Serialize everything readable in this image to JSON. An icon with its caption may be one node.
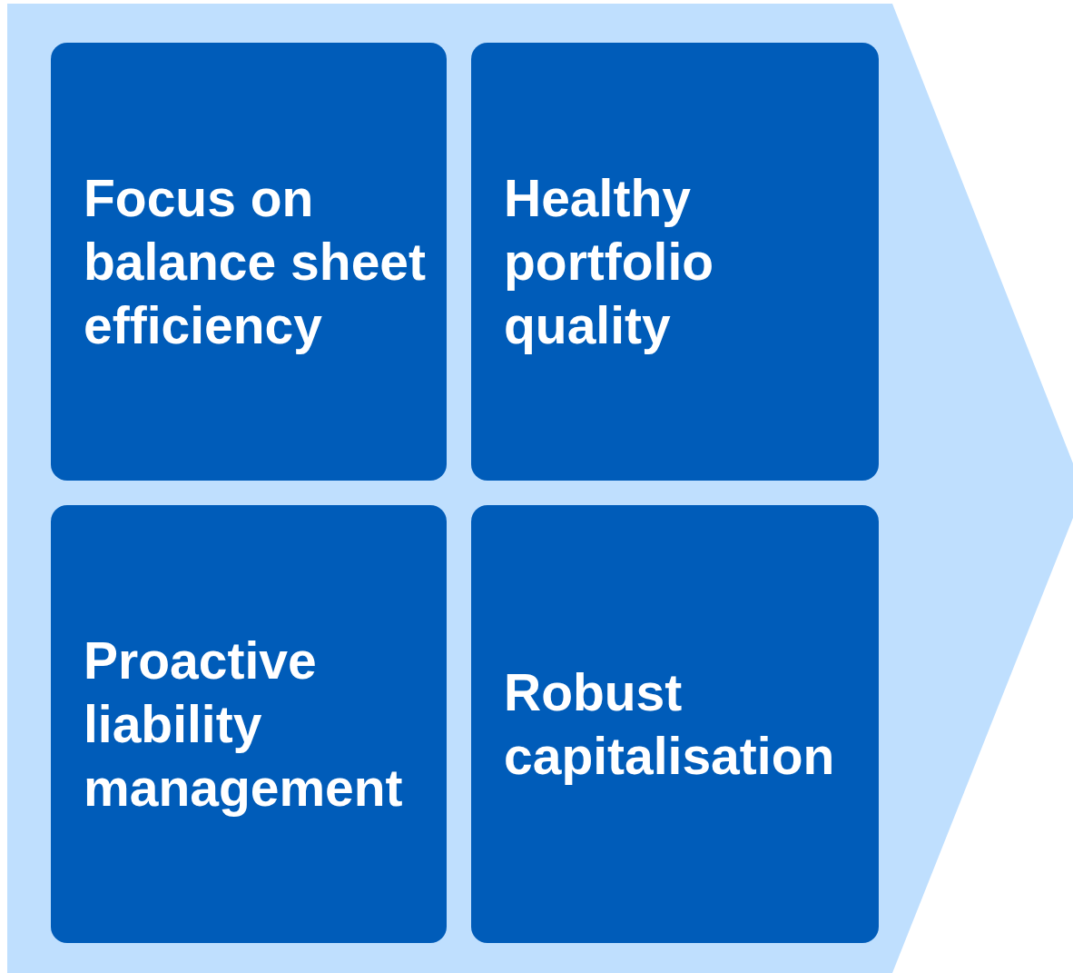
{
  "diagram": {
    "nodes": [
      {
        "text": [],
        "shape": "chevron"
      },
      {
        "text": [
          "Focus on balance sheet efficiency"
        ],
        "in": 0
      },
      {
        "text": [
          "Healthy portfolio quality"
        ],
        "in": 0
      },
      {
        "text": [
          "Proactive liability management"
        ],
        "in": 0
      },
      {
        "text": [
          "Robust capitalisation"
        ],
        "in": 0
      }
    ]
  }
}
